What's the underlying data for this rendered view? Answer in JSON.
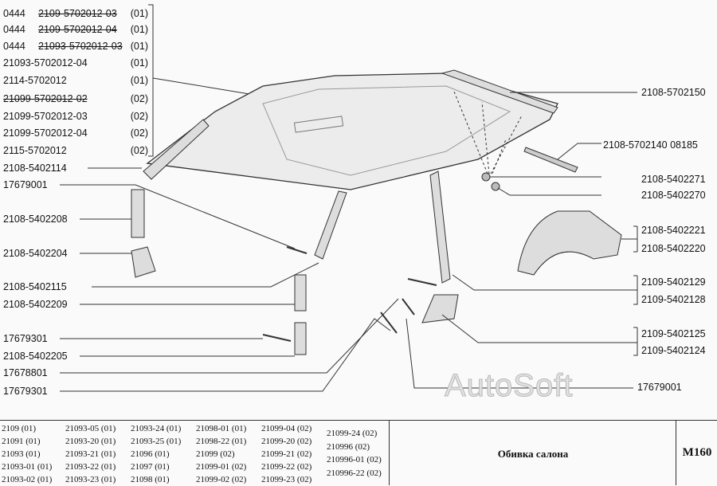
{
  "top_group": [
    {
      "prefix": "0444",
      "part": "2109-5702012-03",
      "qty": "(01)",
      "struck": true
    },
    {
      "prefix": "0444",
      "part": "2109-5702012-04",
      "qty": "(01)",
      "struck": true
    },
    {
      "prefix": "0444",
      "part": "21093-5702012-03",
      "qty": "(01)",
      "struck": true
    },
    {
      "prefix": "",
      "part": "21093-5702012-04",
      "qty": "(01)",
      "struck": false
    },
    {
      "prefix": "",
      "part": "2114-5702012",
      "qty": "(01)",
      "struck": false
    },
    {
      "prefix": "",
      "part": "21099-5702012-02",
      "qty": "(02)",
      "struck": true
    },
    {
      "prefix": "",
      "part": "21099-5702012-03",
      "qty": "(02)",
      "struck": false
    },
    {
      "prefix": "",
      "part": "21099-5702012-04",
      "qty": "(02)",
      "struck": false
    },
    {
      "prefix": "",
      "part": "2115-5702012",
      "qty": "(02)",
      "struck": false
    }
  ],
  "left_labels": [
    "2108-5402114",
    "17679001",
    "2108-5402208",
    "2108-5402204",
    "2108-5402115",
    "2108-5402209",
    "17679301",
    "2108-5402205",
    "17678801",
    "17679301"
  ],
  "right_labels": [
    "2108-5702150",
    "2108-5702140  08185",
    "2108-5402271",
    "2108-5402270",
    "2108-5402221",
    "2108-5402220",
    "2109-5402129",
    "2109-5402128",
    "2109-5402125",
    "2109-5402124",
    "17679001"
  ],
  "watermark": "AutoSoft",
  "footer": {
    "models": [
      [
        "2109 (01)",
        "21091 (01)",
        "21093 (01)",
        "21093-01 (01)",
        "21093-02 (01)"
      ],
      [
        "21093-05 (01)",
        "21093-20 (01)",
        "21093-21 (01)",
        "21093-22 (01)",
        "21093-23 (01)"
      ],
      [
        "21093-24 (01)",
        "21093-25 (01)",
        "21096 (01)",
        "21097 (01)",
        "21098 (01)"
      ],
      [
        "21098-01 (01)",
        "21098-22 (01)",
        "21099 (02)",
        "21099-01 (02)",
        "21099-02 (02)"
      ],
      [
        "21099-04 (02)",
        "21099-20 (02)",
        "21099-21 (02)",
        "21099-22 (02)",
        "21099-23 (02)"
      ],
      [
        "21099-24 (02)",
        "210996 (02)",
        "210996-01 (02)",
        "210996-22 (02)"
      ]
    ],
    "title": "Обивка салона",
    "code": "M160"
  }
}
